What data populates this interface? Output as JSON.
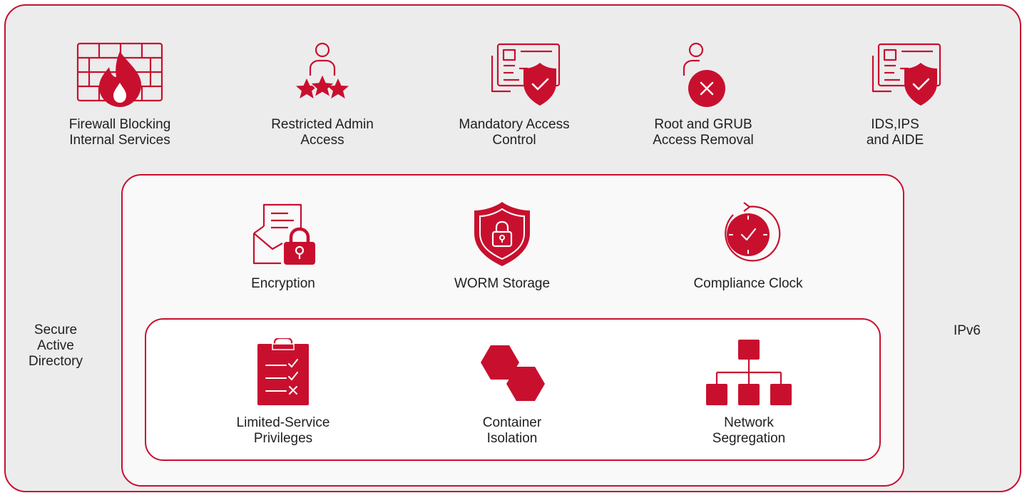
{
  "colors": {
    "accent": "#c8102e",
    "accent_dark": "#a50d22",
    "outer_fill": "#ececed",
    "middle_fill": "#f9f9f9",
    "inner_fill": "#ffffff"
  },
  "outer_layer": {
    "left_label": [
      "Secure",
      "Active",
      "Directory"
    ],
    "right_label": [
      "IPv6"
    ],
    "items": [
      {
        "icon": "firewall-icon",
        "lines": [
          "Firewall Blocking",
          "Internal Services"
        ]
      },
      {
        "icon": "admin-stars-icon",
        "lines": [
          "Restricted Admin",
          "Access"
        ]
      },
      {
        "icon": "id-card-shield-icon",
        "lines": [
          "Mandatory Access",
          "Control"
        ]
      },
      {
        "icon": "user-remove-icon",
        "lines": [
          "Root and GRUB",
          "Access Removal"
        ]
      },
      {
        "icon": "id-card-shield-icon",
        "lines": [
          "IDS,IPS",
          "and AIDE"
        ]
      }
    ]
  },
  "middle_layer": {
    "items": [
      {
        "icon": "encrypted-document-icon",
        "lines": [
          "Encryption"
        ]
      },
      {
        "icon": "shield-lock-icon",
        "lines": [
          "WORM Storage"
        ]
      },
      {
        "icon": "clock-icon",
        "lines": [
          "Compliance Clock"
        ]
      }
    ]
  },
  "inner_layer": {
    "items": [
      {
        "icon": "clipboard-checklist-icon",
        "lines": [
          "Limited-Service",
          "Privileges"
        ]
      },
      {
        "icon": "hexagons-icon",
        "lines": [
          "Container",
          "Isolation"
        ]
      },
      {
        "icon": "network-tree-icon",
        "lines": [
          "Network",
          "Segregation"
        ]
      }
    ]
  }
}
